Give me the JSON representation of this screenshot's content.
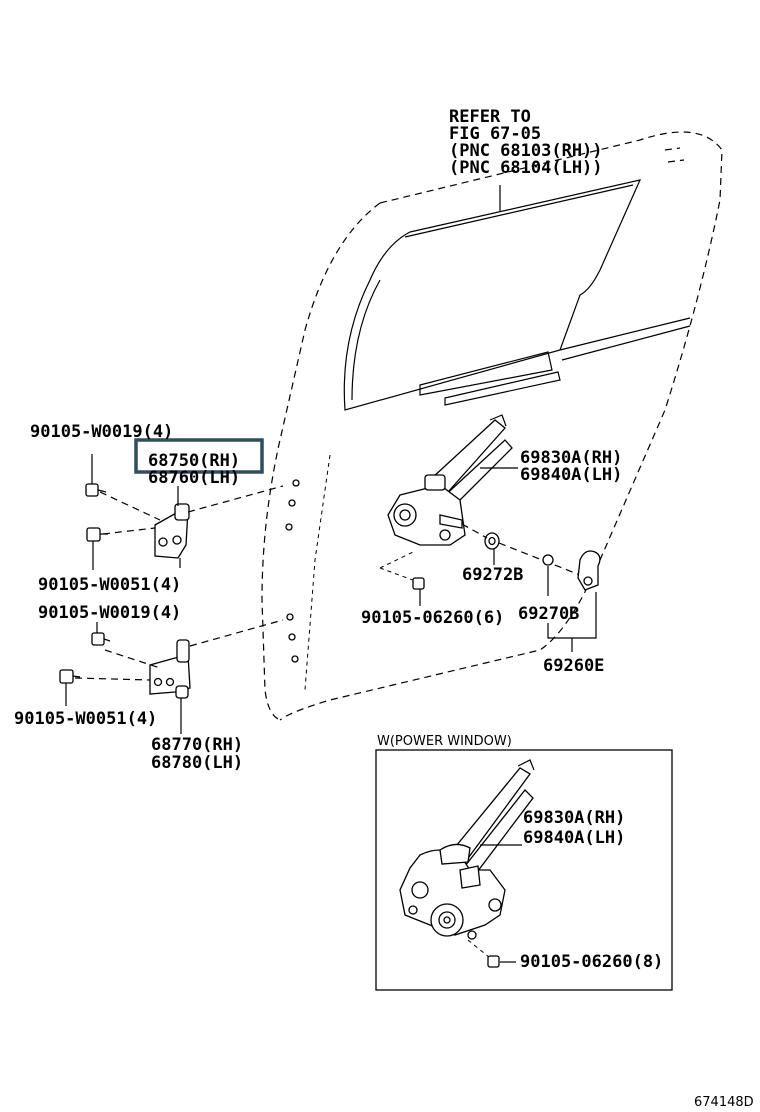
{
  "diagram": {
    "refer_note": {
      "line1": "REFER TO",
      "line2": "FIG 67-05",
      "line3": "(PNC 68103(RH))",
      "line4": "(PNC 68104(LH))"
    },
    "labels": {
      "bolt_upper_hinge_top": "90105-W0019(4)",
      "upper_hinge_rh": "68750(RH)",
      "upper_hinge_lh": "68760(LH)",
      "bolt_upper_hinge_bottom": "90105-W0051(4)",
      "bolt_lower_hinge_top": "90105-W0019(4)",
      "bolt_lower_hinge_bottom": "90105-W0051(4)",
      "lower_hinge_rh": "68770(RH)",
      "lower_hinge_lh": "68780(LH)",
      "regulator_rh": "69830A(RH)",
      "regulator_lh": "69840A(LH)",
      "washer": "69272B",
      "regulator_bolt": "90105-06260(6)",
      "handle": "69270B",
      "handle_set": "69260E"
    },
    "inset": {
      "title": "W(POWER WINDOW)",
      "regulator_rh": "69830A(RH)",
      "regulator_lh": "69840A(LH)",
      "bolt": "90105-06260(8)"
    },
    "highlight_color": "#2f4f5f",
    "figure_id": "674148D"
  }
}
